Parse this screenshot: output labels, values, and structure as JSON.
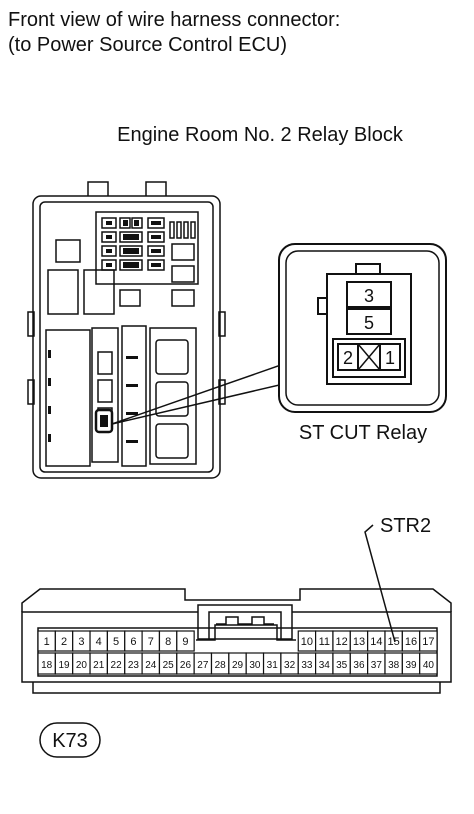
{
  "header": {
    "line1": "Front view of wire harness connector:",
    "line2": "(to Power Source Control ECU)"
  },
  "relay_block": {
    "title": "Engine Room No. 2 Relay Block"
  },
  "relay": {
    "label": "ST CUT Relay",
    "pins_top": [
      "3",
      "5"
    ],
    "pins_bottom": [
      "2",
      "1"
    ]
  },
  "connector": {
    "id": "K73",
    "pin_callout": "STR2",
    "top_row": [
      "1",
      "2",
      "3",
      "4",
      "5",
      "6",
      "7",
      "8",
      "9",
      "10",
      "11",
      "12",
      "13",
      "14",
      "15",
      "16",
      "17"
    ],
    "bottom_row": [
      "18",
      "19",
      "20",
      "21",
      "22",
      "23",
      "24",
      "25",
      "26",
      "27",
      "28",
      "29",
      "30",
      "31",
      "32",
      "33",
      "34",
      "35",
      "36",
      "37",
      "38",
      "39",
      "40"
    ]
  },
  "colors": {
    "line": "#111111",
    "background": "#ffffff"
  }
}
